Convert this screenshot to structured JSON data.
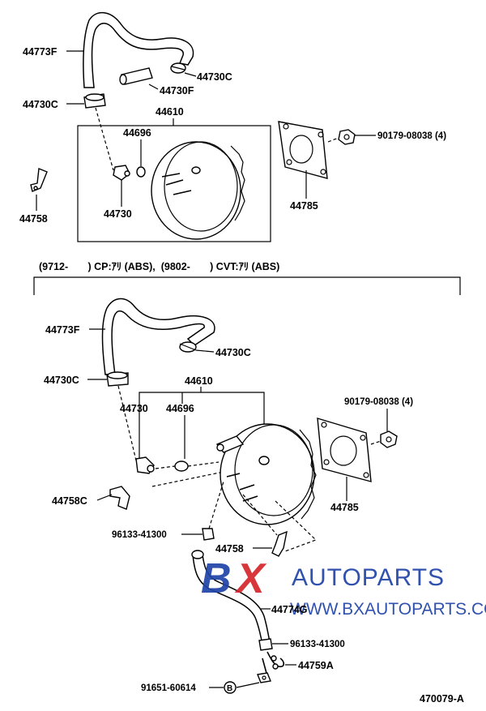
{
  "labels": {
    "top_hose": "44773F",
    "top_clamp_right": "44730C",
    "top_fitting": "44730F",
    "top_clamp_left": "44730C",
    "top_group": "44610",
    "top_check_valve_grommet": "44696",
    "top_check_valve": "44730",
    "top_bracket": "44758",
    "top_gasket": "44785",
    "top_nut": "90179-08038 (4)",
    "condition": "(9712-       ) CP:ｱﾘ (ABS),  (9802-       ) CVT:ｱﾘ (ABS)",
    "bot_hose": "44773F",
    "bot_clamp_right": "44730C",
    "bot_clamp_left": "44730C",
    "bot_group": "44610",
    "bot_check_valve": "44730",
    "bot_grommet": "44696",
    "bot_nut": "90179-08038 (4)",
    "bot_bracket_c": "44758C",
    "bot_gasket": "44785",
    "bot_clip_1": "96133-41300",
    "bot_bracket": "44758",
    "bot_hose_g": "44774G",
    "bot_clip_2": "96133-41300",
    "bot_pipe": "44759A",
    "bot_bolt": "91651-60614",
    "bolt_ref": "B",
    "figure_code": "470079-A"
  },
  "watermark": {
    "brand_b": "B",
    "brand_x": "X",
    "brand_rest": "AUTOPARTS",
    "url": "WWW.BXAUTOPARTS.COM"
  },
  "colors": {
    "watermark_blue": "#1f43a8",
    "watermark_red": "#d4262b"
  }
}
